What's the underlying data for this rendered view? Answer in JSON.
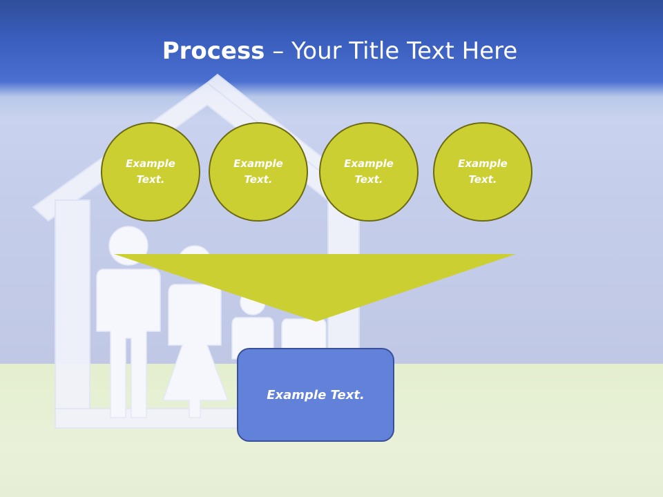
{
  "slide": {
    "title_bold": "Process",
    "title_rest": " – Your Title Text Here",
    "circles": [
      {
        "label": "Example Text."
      },
      {
        "label": "Example Text."
      },
      {
        "label": "Example Text."
      },
      {
        "label": "Example Text."
      }
    ],
    "result_box": {
      "label": "Example Text."
    }
  },
  "colors": {
    "header_blue": "#3b5fbf",
    "circle_fill": "#cccf32",
    "circle_border": "#6b6a12",
    "funnel_fill": "#cccf32",
    "box_fill": "#6281d9",
    "box_border": "#3a4f9a"
  },
  "icons": [
    "house-outline-icon",
    "family-figures-icon"
  ]
}
